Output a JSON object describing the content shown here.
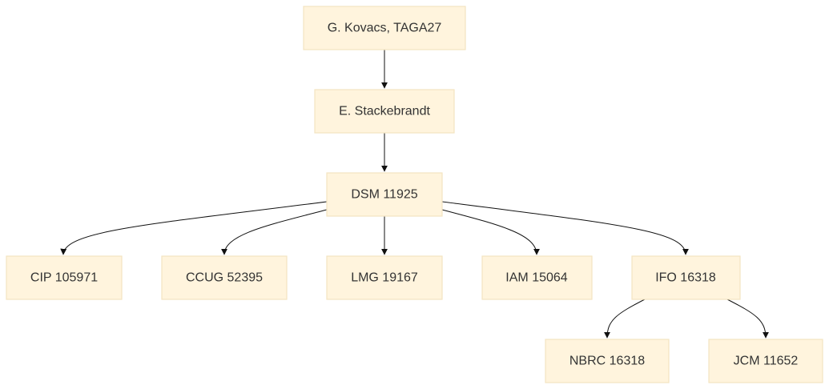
{
  "diagram": {
    "nodes": {
      "n_kovacs": "G. Kovacs, TAGA27",
      "n_stackebrandt": "E. Stackebrandt",
      "n_dsm": "DSM 11925",
      "n_cip": "CIP 105971",
      "n_ccug": "CCUG 52395",
      "n_lmg": "LMG 19167",
      "n_iam": "IAM 15064",
      "n_ifo": "IFO 16318",
      "n_nbrc": "NBRC 16318",
      "n_jcm": "JCM 11652"
    },
    "edges": [
      [
        "n_kovacs",
        "n_stackebrandt"
      ],
      [
        "n_stackebrandt",
        "n_dsm"
      ],
      [
        "n_dsm",
        "n_cip"
      ],
      [
        "n_dsm",
        "n_ccug"
      ],
      [
        "n_dsm",
        "n_lmg"
      ],
      [
        "n_dsm",
        "n_iam"
      ],
      [
        "n_dsm",
        "n_ifo"
      ],
      [
        "n_ifo",
        "n_nbrc"
      ],
      [
        "n_ifo",
        "n_jcm"
      ]
    ]
  }
}
